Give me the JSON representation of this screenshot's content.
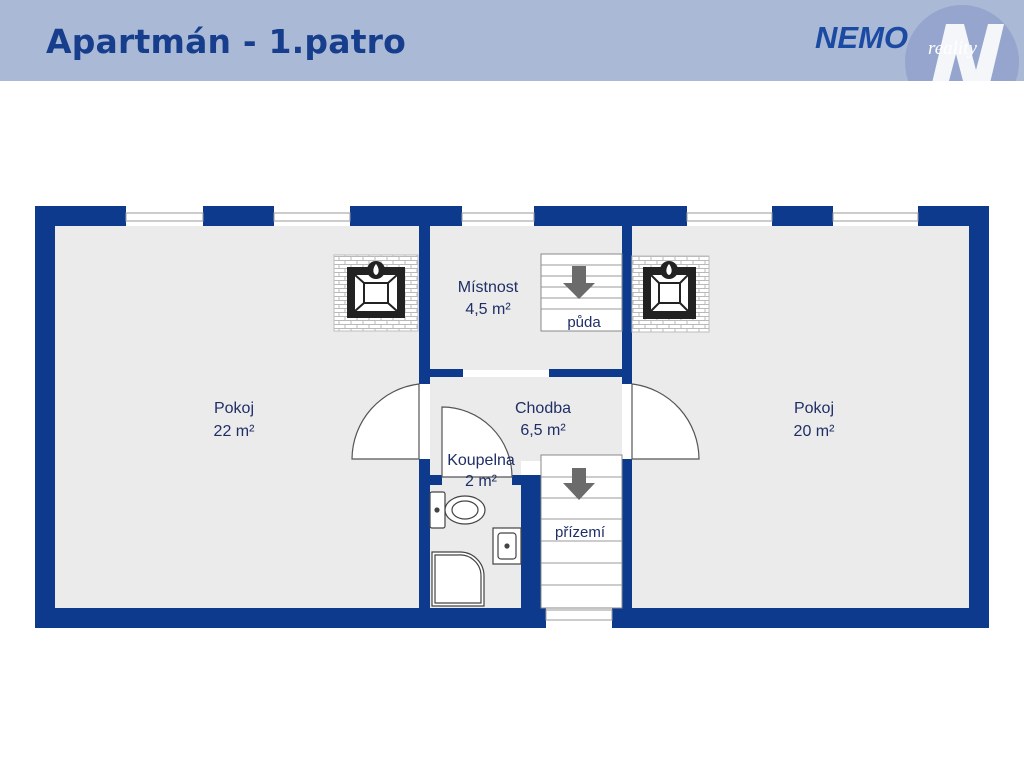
{
  "header": {
    "title": "Apartmán - 1.patro",
    "brand": "NEMO",
    "brand_sub": "reality"
  },
  "rooms": [
    {
      "name": "Pokoj",
      "area": "22 m²"
    },
    {
      "name": "Místnost",
      "area": "4,5 m²"
    },
    {
      "name": "Chodba",
      "area": "6,5 m²"
    },
    {
      "name": "Koupelna",
      "area": "2 m²"
    },
    {
      "name": "Pokoj",
      "area": "20 m²"
    }
  ],
  "stairs": [
    {
      "label": "půda"
    },
    {
      "label": "přízemí"
    }
  ],
  "colors": {
    "wall": "#0d3a8c",
    "header_bg": "#aab9d6",
    "title": "#173e8c",
    "floor": "#ebebeb"
  }
}
